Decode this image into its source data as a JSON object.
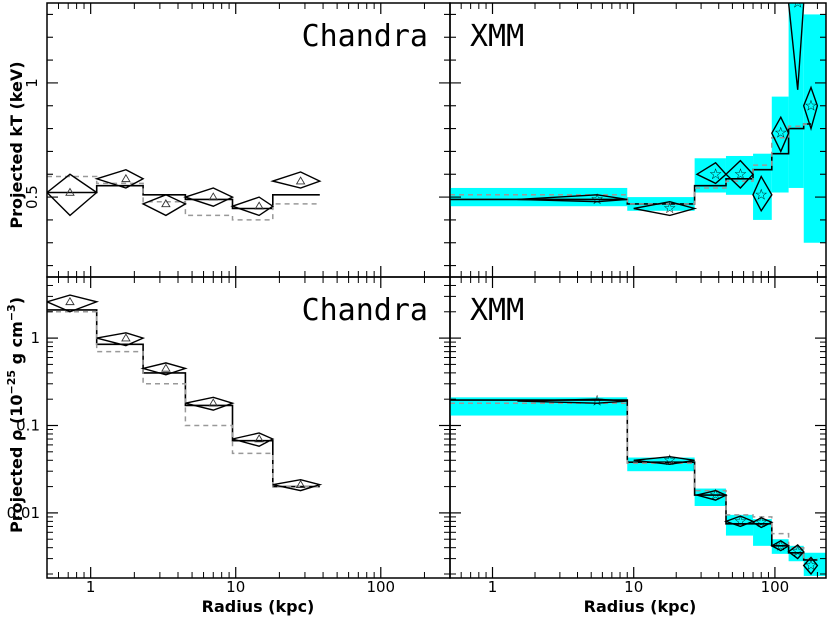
{
  "figure": {
    "ylabel_top": "Projected kT (keV)",
    "ylabel_bottom": "Projected ρ (10",
    "ylabel_bottom_exp": "−25",
    "ylabel_bottom_unit": " g cm",
    "ylabel_bottom_unit_exp": "−3",
    "xlabel": "Radius (kpc)"
  },
  "colors": {
    "band": "#00ffff",
    "model": "#000000",
    "dashed": "#999999"
  },
  "chart_data": [
    {
      "type": "line",
      "panel": "top-left",
      "title": "Chandra",
      "xscale": "log",
      "xlim": [
        0.5,
        300
      ],
      "ylim": [
        0.15,
        1.35
      ],
      "yticks": [
        0.5,
        1
      ],
      "series": [
        {
          "kind": "solid_step",
          "bins": [
            [
              0.5,
              1.1
            ],
            [
              1.1,
              2.3
            ],
            [
              2.3,
              4.5
            ],
            [
              4.5,
              9.5
            ],
            [
              9.5,
              18
            ],
            [
              18,
              38
            ]
          ],
          "values": [
            0.52,
            0.55,
            0.51,
            0.49,
            0.45,
            0.51
          ]
        },
        {
          "kind": "dashed_step",
          "bins": [
            [
              0.5,
              1.1
            ],
            [
              1.1,
              2.3
            ],
            [
              2.3,
              4.5
            ],
            [
              4.5,
              9.5
            ],
            [
              9.5,
              18
            ],
            [
              18,
              38
            ]
          ],
          "values": [
            0.59,
            0.56,
            0.48,
            0.42,
            0.4,
            0.47
          ]
        },
        {
          "kind": "diamond_points",
          "x": [
            0.72,
            1.75,
            3.3,
            7.0,
            14.5,
            28
          ],
          "y": [
            0.52,
            0.58,
            0.47,
            0.5,
            0.46,
            0.57
          ],
          "xerr": [
            [
              0.5,
              1.1
            ],
            [
              1.1,
              2.3
            ],
            [
              2.3,
              4.5
            ],
            [
              4.5,
              9.5
            ],
            [
              9.5,
              18
            ],
            [
              18,
              38
            ]
          ],
          "yerr": [
            [
              0.42,
              0.6
            ],
            [
              0.54,
              0.62
            ],
            [
              0.42,
              0.51
            ],
            [
              0.46,
              0.54
            ],
            [
              0.42,
              0.5
            ],
            [
              0.54,
              0.61
            ]
          ]
        }
      ]
    },
    {
      "type": "line",
      "panel": "top-right",
      "title": "XMM",
      "xscale": "log",
      "xlim": [
        0.5,
        230
      ],
      "ylim": [
        0.15,
        1.35
      ],
      "yticks": [
        0.5,
        1
      ],
      "series": [
        {
          "kind": "band",
          "bins": [
            [
              0.5,
              9
            ],
            [
              9,
              27
            ],
            [
              27,
              45
            ],
            [
              45,
              70
            ],
            [
              70,
              95
            ],
            [
              95,
              125
            ],
            [
              125,
              160
            ],
            [
              160,
              230
            ]
          ],
          "lo": [
            0.46,
            0.44,
            0.52,
            0.51,
            0.4,
            0.52,
            0.54,
            0.3
          ],
          "hi": [
            0.54,
            0.5,
            0.67,
            0.68,
            0.69,
            0.94,
            1.35,
            1.3
          ]
        },
        {
          "kind": "solid_step",
          "bins": [
            [
              0.5,
              9
            ],
            [
              9,
              27
            ],
            [
              27,
              45
            ],
            [
              45,
              70
            ],
            [
              70,
              95
            ],
            [
              95,
              125
            ],
            [
              125,
              160
            ],
            [
              160,
              180
            ]
          ],
          "values": [
            0.49,
            0.47,
            0.55,
            0.58,
            0.62,
            0.69,
            0.8,
            0.82
          ]
        },
        {
          "kind": "dashed_step",
          "bins": [
            [
              0.5,
              9
            ],
            [
              9,
              27
            ],
            [
              27,
              45
            ],
            [
              45,
              70
            ],
            [
              70,
              95
            ],
            [
              95,
              125
            ],
            [
              125,
              160
            ],
            [
              160,
              180
            ]
          ],
          "values": [
            0.51,
            0.47,
            0.54,
            0.57,
            0.64,
            0.76,
            0.81,
            0.82
          ]
        },
        {
          "kind": "diamond_points",
          "marker": "star",
          "x": [
            5.5,
            18,
            38,
            57,
            80,
            110,
            145,
            180
          ],
          "y": [
            0.49,
            0.45,
            0.6,
            0.6,
            0.51,
            0.78,
            1.35,
            0.9
          ],
          "xerr": [
            [
              1.5,
              9
            ],
            [
              10,
              27
            ],
            [
              28,
              45
            ],
            [
              45,
              70
            ],
            [
              70,
              95
            ],
            [
              95,
              125
            ],
            [
              125,
              160
            ],
            [
              160,
              200
            ]
          ],
          "yerr": [
            [
              0.48,
              0.51
            ],
            [
              0.42,
              0.48
            ],
            [
              0.56,
              0.65
            ],
            [
              0.54,
              0.66
            ],
            [
              0.44,
              0.59
            ],
            [
              0.7,
              0.85
            ],
            [
              0.97,
              1.4
            ],
            [
              0.8,
              0.98
            ]
          ]
        }
      ]
    },
    {
      "type": "line",
      "panel": "bottom-left",
      "title": "Chandra",
      "xscale": "log",
      "yscale": "log",
      "xlim": [
        0.5,
        300
      ],
      "ylim": [
        0.0018,
        5
      ],
      "xticks": [
        1,
        10,
        100
      ],
      "xticklabels": [
        "1",
        "10",
        "100"
      ],
      "yticks": [
        0.01,
        0.1,
        1
      ],
      "yticklabels": [
        "0.01",
        "0.1",
        "1"
      ],
      "series": [
        {
          "kind": "solid_step",
          "bins": [
            [
              0.5,
              1.1
            ],
            [
              1.1,
              2.3
            ],
            [
              2.3,
              4.5
            ],
            [
              4.5,
              9.5
            ],
            [
              9.5,
              18
            ],
            [
              18,
              38
            ]
          ],
          "values": [
            2.1,
            0.85,
            0.4,
            0.17,
            0.067,
            0.02
          ]
        },
        {
          "kind": "dashed_step",
          "bins": [
            [
              0.5,
              1.1
            ],
            [
              1.1,
              2.3
            ],
            [
              2.3,
              4.5
            ],
            [
              4.5,
              9.5
            ],
            [
              9.5,
              18
            ],
            [
              18,
              38
            ]
          ],
          "values": [
            2.0,
            0.7,
            0.3,
            0.1,
            0.048,
            0.02
          ]
        },
        {
          "kind": "diamond_points",
          "x": [
            0.72,
            1.75,
            3.3,
            7.0,
            14.5,
            28
          ],
          "y": [
            2.6,
            1.0,
            0.45,
            0.18,
            0.07,
            0.021
          ],
          "xerr": [
            [
              0.5,
              1.1
            ],
            [
              1.1,
              2.3
            ],
            [
              2.3,
              4.5
            ],
            [
              4.5,
              9.5
            ],
            [
              9.5,
              18
            ],
            [
              18,
              38
            ]
          ],
          "yerr": [
            [
              2.0,
              3.1
            ],
            [
              0.82,
              1.15
            ],
            [
              0.38,
              0.52
            ],
            [
              0.15,
              0.21
            ],
            [
              0.058,
              0.082
            ],
            [
              0.018,
              0.024
            ]
          ]
        }
      ]
    },
    {
      "type": "line",
      "panel": "bottom-right",
      "title": "XMM",
      "xscale": "log",
      "yscale": "log",
      "xlim": [
        0.5,
        230
      ],
      "ylim": [
        0.0018,
        5
      ],
      "xticks": [
        1,
        10,
        100
      ],
      "xticklabels": [
        "1",
        "10",
        "100"
      ],
      "yticks": [
        0.01,
        0.1,
        1
      ],
      "yticklabels": [
        "0.01",
        "0.1",
        "1"
      ],
      "series": [
        {
          "kind": "band",
          "bins": [
            [
              0.5,
              9
            ],
            [
              9,
              27
            ],
            [
              27,
              45
            ],
            [
              45,
              70
            ],
            [
              70,
              95
            ],
            [
              95,
              125
            ],
            [
              125,
              160
            ],
            [
              160,
              230
            ]
          ],
          "lo": [
            0.13,
            0.03,
            0.012,
            0.0055,
            0.0042,
            0.0034,
            0.0028,
            0.0019
          ],
          "hi": [
            0.21,
            0.043,
            0.019,
            0.0095,
            0.0085,
            0.005,
            0.0042,
            0.0035
          ]
        },
        {
          "kind": "solid_step",
          "bins": [
            [
              0.5,
              9
            ],
            [
              9,
              27
            ],
            [
              27,
              45
            ],
            [
              45,
              70
            ],
            [
              70,
              95
            ],
            [
              95,
              125
            ],
            [
              125,
              160
            ],
            [
              160,
              200
            ]
          ],
          "values": [
            0.195,
            0.038,
            0.016,
            0.0075,
            0.0075,
            0.0042,
            0.0035,
            0.0029
          ]
        },
        {
          "kind": "dashed_step",
          "bins": [
            [
              0.5,
              9
            ],
            [
              9,
              27
            ],
            [
              27,
              45
            ],
            [
              45,
              70
            ],
            [
              70,
              95
            ],
            [
              95,
              125
            ],
            [
              125,
              160
            ],
            [
              160,
              200
            ]
          ],
          "values": [
            0.18,
            0.037,
            0.018,
            0.0095,
            0.009,
            0.0058,
            0.004,
            0.003
          ]
        },
        {
          "kind": "diamond_points",
          "marker": "star",
          "x": [
            5.5,
            18,
            38,
            57,
            80,
            110,
            145,
            180
          ],
          "y": [
            0.19,
            0.04,
            0.016,
            0.008,
            0.0078,
            0.0042,
            0.0036,
            0.0025
          ],
          "xerr": [
            [
              1.5,
              9
            ],
            [
              10,
              27
            ],
            [
              28,
              45
            ],
            [
              45,
              70
            ],
            [
              70,
              95
            ],
            [
              95,
              125
            ],
            [
              125,
              160
            ],
            [
              160,
              200
            ]
          ],
          "yerr": [
            [
              0.18,
              0.2
            ],
            [
              0.036,
              0.044
            ],
            [
              0.014,
              0.018
            ],
            [
              0.007,
              0.0092
            ],
            [
              0.0068,
              0.0088
            ],
            [
              0.0037,
              0.0048
            ],
            [
              0.003,
              0.0043
            ],
            [
              0.002,
              0.0031
            ]
          ]
        }
      ]
    }
  ]
}
